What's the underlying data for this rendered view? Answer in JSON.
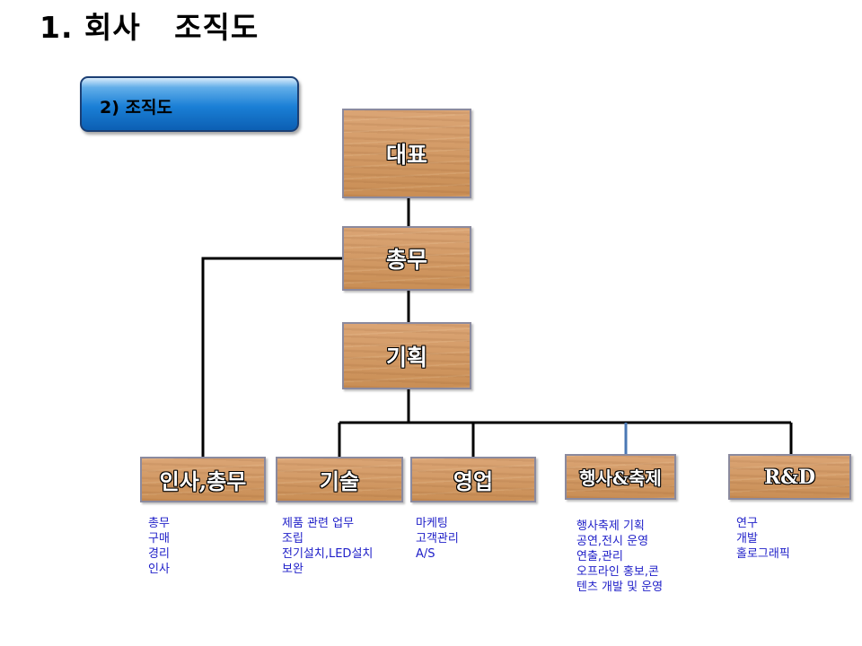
{
  "page": {
    "title": "1. 회사   조직도"
  },
  "section": {
    "label": "2) 조직도"
  },
  "nodes": {
    "ceo": "대표",
    "general_affairs": "총무",
    "planning": "기획",
    "hr": "인사,총무",
    "tech": "기술",
    "sales": "영업",
    "events": "행사&축제",
    "rnd": "R&D"
  },
  "duties": {
    "hr": [
      "총무",
      "구매",
      "경리",
      "인사"
    ],
    "tech": [
      "제품 관련 업무",
      "조립",
      "전기설치,LED설치",
      "보완"
    ],
    "sales": [
      "마케팅",
      "고객관리",
      "A/S"
    ],
    "events": [
      "행사축제 기획",
      "공연,전시 운영",
      "연출,관리",
      "오프라인 홍보,콘",
      "텐츠 개발 및 운영"
    ],
    "rnd": [
      "연구",
      "개발",
      "홀로그래픽"
    ]
  },
  "colors": {
    "wood": "#d29c68",
    "connector": "#000000",
    "highlight_connector": "#4a78b4",
    "badge": "#1a7fd6",
    "duty_text": "#1e1ec8"
  }
}
